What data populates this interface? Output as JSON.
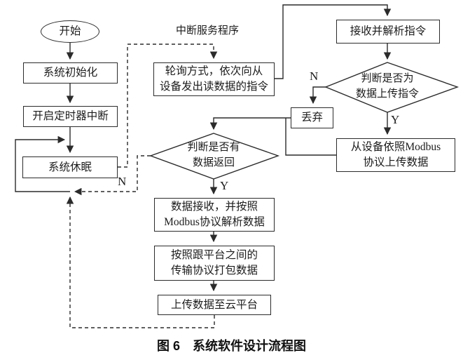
{
  "flowchart": {
    "nodes": {
      "start": "开始",
      "system_init": "系统初始化",
      "enable_timer_interrupt": "开启定时器中断",
      "system_sleep": "系统休眠",
      "poll_slaves": "轮询方式，依次向从\n设备发出读数据的指令",
      "data_return_decision": "判断是否有\n数据返回",
      "receive_parse_command": "接收并解析指令",
      "upload_command_decision": "判断是否为\n数据上传指令",
      "discard": "丢弃",
      "slave_upload_modbus": "从设备依照Modbus\n协议上传数据",
      "receive_parse_data": "数据接收，并按照\nModbus协议解析数据",
      "pack_data": "按照跟平台之间的\n传输协议打包数据",
      "upload_cloud": "上传数据至云平台"
    },
    "labels": {
      "isr_section": "中断服务程序",
      "upload_decision_no": "N",
      "upload_decision_yes": "Y",
      "data_return_no": "N",
      "data_return_yes": "Y"
    },
    "caption": "图 6　系统软件设计流程图",
    "colors": {
      "line": "#2b2b2b",
      "text": "#1c1c1c",
      "background": "#ffffff"
    }
  }
}
